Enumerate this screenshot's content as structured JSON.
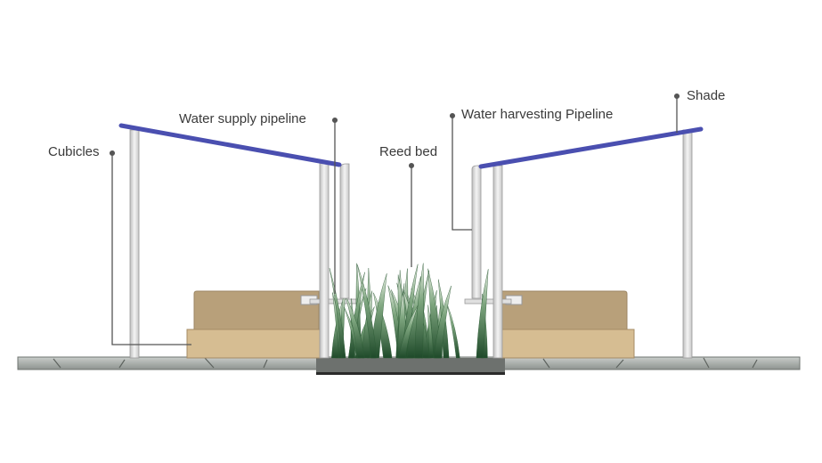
{
  "labels": {
    "cubicles": "Cubicles",
    "water_supply": "Water supply pipeline",
    "reed_bed": "Reed bed",
    "water_harvesting": "Water harvesting Pipeline",
    "shade": "Shade"
  },
  "colors": {
    "shade_beam": "#4a4fb0",
    "post": "#e4e4e4",
    "wall": "#b8a07a",
    "wall_front": "#d6bd92",
    "ground": "#9aa09c",
    "reed": "#2f6b3a",
    "leader": "#555555"
  }
}
